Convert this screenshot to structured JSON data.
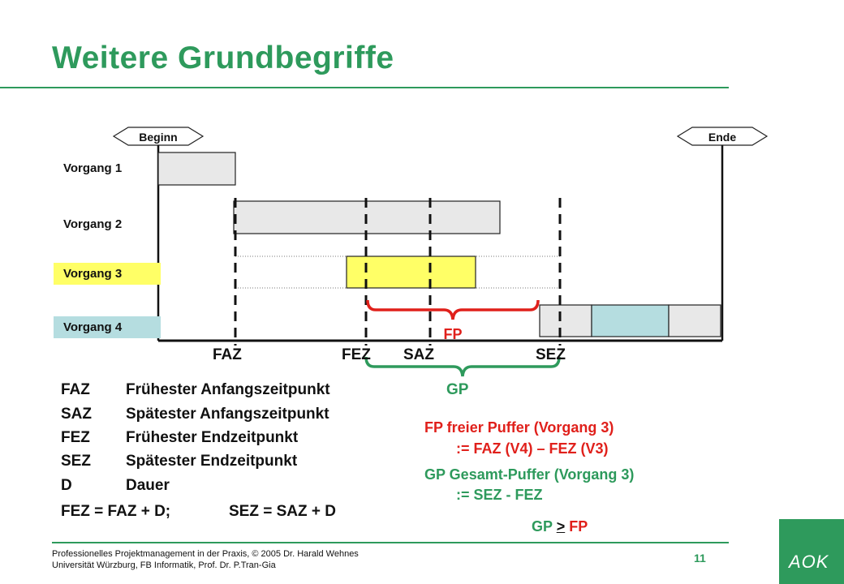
{
  "title": "Weitere Grundbegriffe",
  "diagram": {
    "beginn": "Beginn",
    "ende": "Ende",
    "vorgaenge": [
      "Vorgang 1",
      "Vorgang 2",
      "Vorgang 3",
      "Vorgang 4"
    ],
    "fp": "FP",
    "gp": "GP",
    "markers": [
      "FAZ",
      "FEZ",
      "SAZ",
      "SEZ"
    ]
  },
  "definitions": [
    {
      "abbr": "FAZ",
      "text": "Frühester Anfangszeitpunkt"
    },
    {
      "abbr": "SAZ",
      "text": "Spätester Anfangszeitpunkt"
    },
    {
      "abbr": "FEZ",
      "text": "Frühester Endzeitpunkt"
    },
    {
      "abbr": "SEZ",
      "text": "Spätester Endzeitpunkt"
    },
    {
      "abbr": "D",
      "text": "Dauer"
    }
  ],
  "formula1": "FEZ = FAZ + D;",
  "formula2": "SEZ = SAZ + D",
  "right": {
    "fp_line1": "FP  freier Puffer (Vorgang 3)",
    "fp_line2": ":= FAZ (V4) – FEZ (V3)",
    "gp_line1": "GP  Gesamt-Puffer (Vorgang 3)",
    "gp_line2": ":= SEZ - FEZ",
    "cmp_left": "GP",
    "cmp_op": ">",
    "cmp_right": "FP"
  },
  "footer": {
    "line1": "Professionelles Projektmanagement in der Praxis, © 2005  Dr. Harald Wehnes",
    "line2": "Universität Würzburg, FB Informatik, Prof. Dr. P.Tran-Gia",
    "page": "11"
  },
  "logo": "AOK",
  "colors": {
    "green": "#2e9a5c",
    "red": "#e0201b",
    "yellow": "#ffff66",
    "lightblue": "#b5dde0",
    "gray": "#e8e8e8"
  }
}
